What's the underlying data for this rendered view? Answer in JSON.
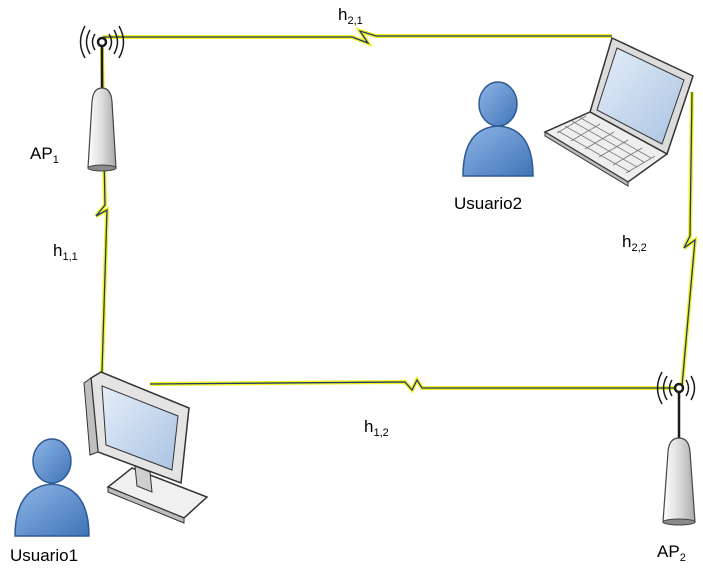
{
  "links": {
    "h21": {
      "base": "h",
      "sub": "2,1"
    },
    "h11": {
      "base": "h",
      "sub": "1,1"
    },
    "h22": {
      "base": "h",
      "sub": "2,2"
    },
    "h12": {
      "base": "h",
      "sub": "1,2"
    }
  },
  "access_points": {
    "ap1": {
      "base": "AP",
      "sub": "1"
    },
    "ap2": {
      "base": "AP",
      "sub": "2"
    }
  },
  "users": {
    "user1": "Usuario1",
    "user2": "Usuario2"
  },
  "colors": {
    "link_blue": "#1f3a70",
    "link_yellow": "#f2f21e",
    "person_fill": "#5b8fcf",
    "person_stroke": "#2e5a95",
    "device_gray": "#e8e8e8",
    "screen_blue": "#bcd1ea"
  }
}
